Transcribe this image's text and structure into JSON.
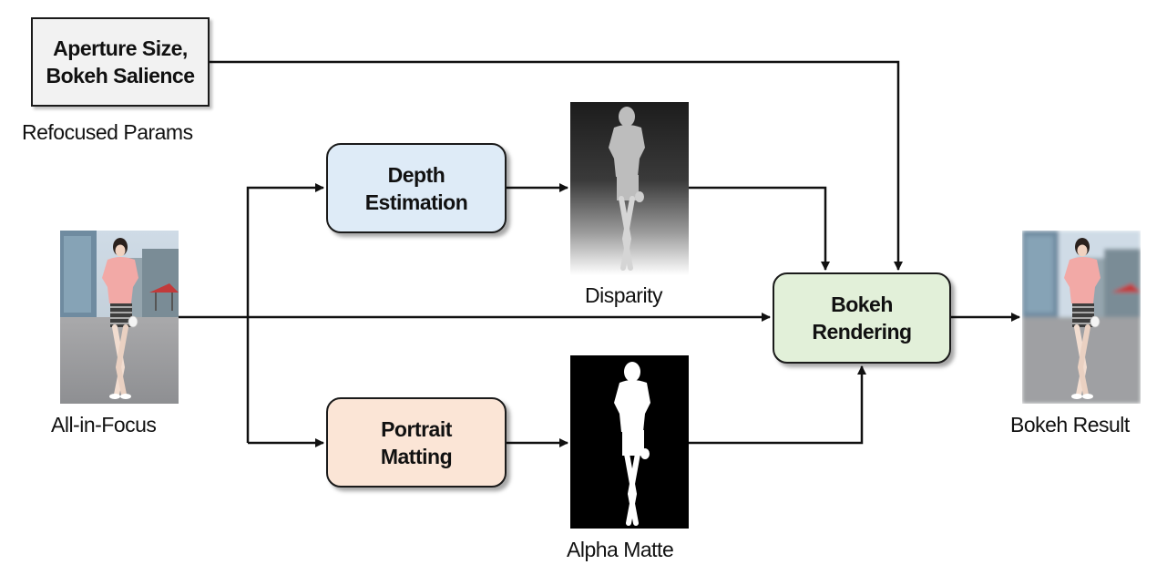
{
  "nodes": {
    "params": "Aperture Size,\nBokeh Salience",
    "depth": "Depth\nEstimation",
    "matting": "Portrait\nMatting",
    "bokeh": "Bokeh\nRendering"
  },
  "labels": {
    "params": "Refocused Params",
    "input": "All-in-Focus",
    "disparity": "Disparity",
    "alpha": "Alpha Matte",
    "result": "Bokeh Result"
  },
  "images": {
    "input": "photo-portrait",
    "disparity": "disparity-map",
    "alpha": "alpha-matte",
    "result": "photo-portrait-bokeh"
  },
  "colors": {
    "depth_fill": "#deebf7",
    "matting_fill": "#fbe5d6",
    "bokeh_fill": "#e2f0d9",
    "params_fill": "#f2f2f2",
    "line": "#111111"
  }
}
